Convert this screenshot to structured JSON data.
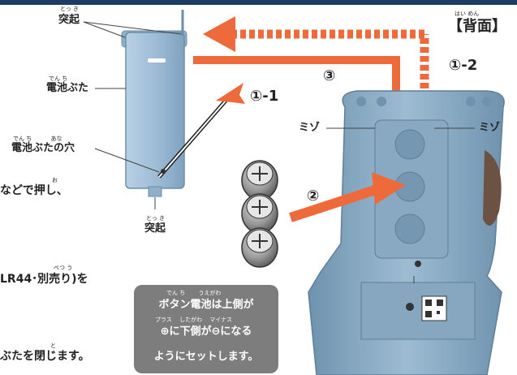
{
  "labels": {
    "toki_top": "突起",
    "toki_top_ruby": "とっ き",
    "denchi_buta": "電池ぶた",
    "denchi_buta_ruby": "でん ち",
    "denchi_buta_ana": "電池ぶたの穴",
    "denchi_buta_ana_ruby": "でん ち　　　 あな",
    "toki_bottom": "突起",
    "toki_bottom_ruby": "とっ き",
    "back_side": "【背面】",
    "back_side_ruby": "はい めん",
    "step_1_1": "①-1",
    "step_1_2": "①-2",
    "step_2": "②",
    "step_3": "③",
    "mizo_left": "ミゾ",
    "mizo_right": "ミゾ"
  },
  "instructions": {
    "line_1": "などで押し、",
    "line_1_ruby": "お",
    "line_2": "LR44･別売り)を",
    "line_2_ruby": "べつ う",
    "line_3": "ぶたを閉じます。",
    "line_3_ruby": "と"
  },
  "note": {
    "line_1": "ボタン電池は上側が",
    "line_1_ruby": "でん ち　　 うえがわ",
    "line_2": "⊕に下側が⊖になる",
    "line_2_ruby": "プラス　 したがわ　 マイナス",
    "line_3": "ようにセットします。"
  },
  "colors": {
    "cover_blue": "#9fbdd6",
    "device_blue": "#8fb0c8",
    "arrow_orange": "#ee6a3a",
    "note_bg": "#7d7d7d",
    "header_navy": "#1d3b63"
  }
}
